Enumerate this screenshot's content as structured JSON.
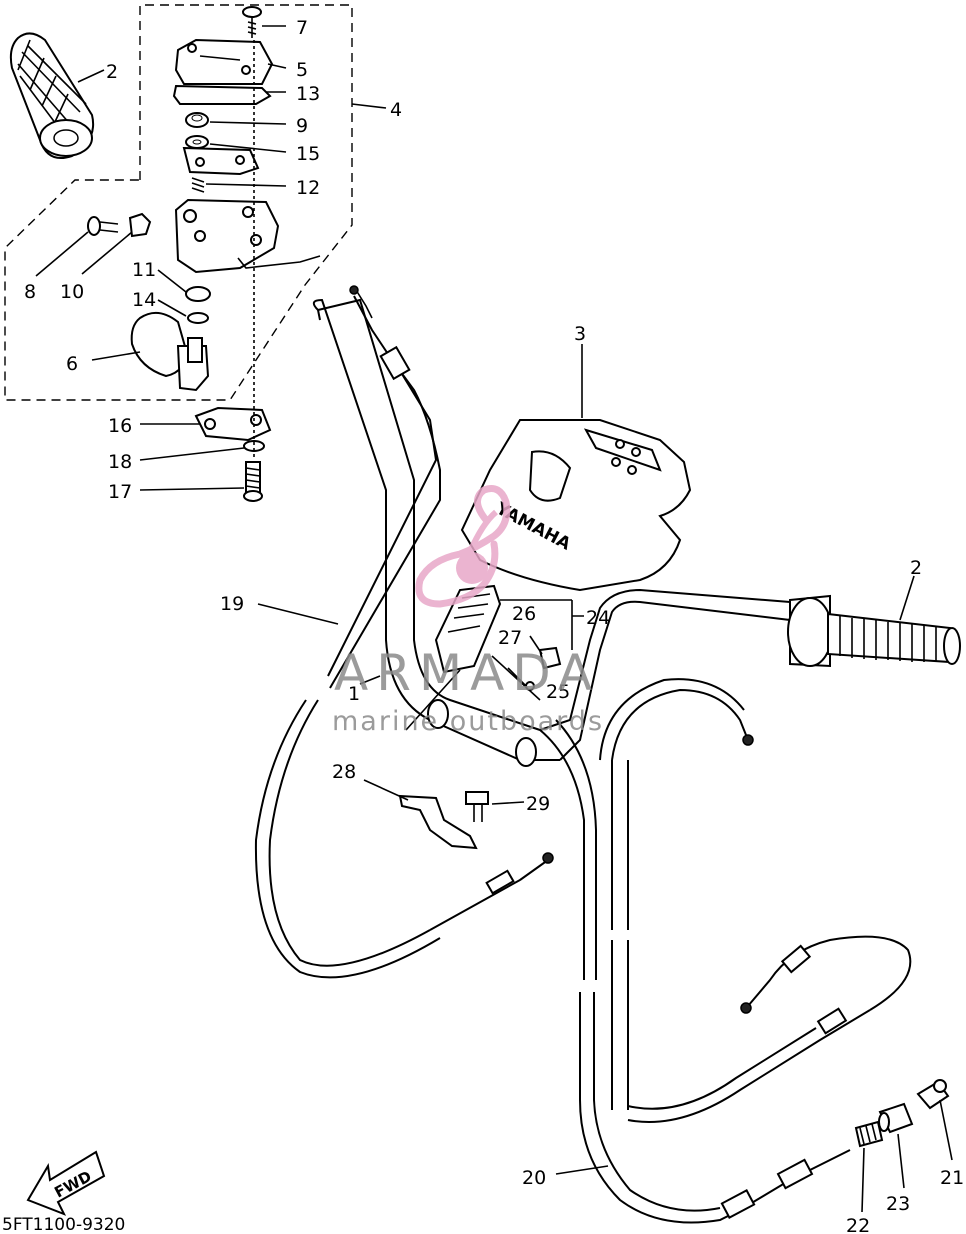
{
  "diagram_code": "5FT1100-9320",
  "fwd_label": "FWD",
  "watermark": {
    "brand": "ARMADA",
    "tagline": "marine outboards",
    "brand_color": "#e8a7c8",
    "text_color": "#8a8a8a"
  },
  "cover_text": "YAMAHA",
  "callouts": {
    "c1": "1",
    "c2a": "2",
    "c2b": "2",
    "c3": "3",
    "c4": "4",
    "c5": "5",
    "c6": "6",
    "c7": "7",
    "c8": "8",
    "c9": "9",
    "c10": "10",
    "c11": "11",
    "c12": "12",
    "c13": "13",
    "c14": "14",
    "c15": "15",
    "c16": "16",
    "c17": "17",
    "c18": "18",
    "c19": "19",
    "c20": "20",
    "c21": "21",
    "c22": "22",
    "c23": "23",
    "c24": "24",
    "c25": "25",
    "c26": "26",
    "c27": "27",
    "c28": "28",
    "c29": "29"
  }
}
